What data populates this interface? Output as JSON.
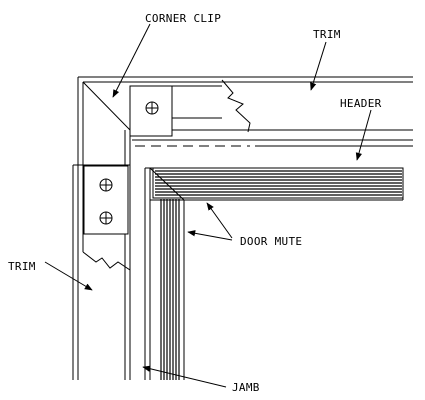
{
  "labels": {
    "corner_clip": "CORNER CLIP",
    "trim_top": "TRIM",
    "header": "HEADER",
    "door_mute": "DOOR MUTE",
    "trim_left": "TRIM",
    "jamb": "JAMB"
  },
  "colors": {
    "line": "#000000",
    "background": "#ffffff"
  },
  "icons": {
    "screw": "circle-plus-screw"
  }
}
